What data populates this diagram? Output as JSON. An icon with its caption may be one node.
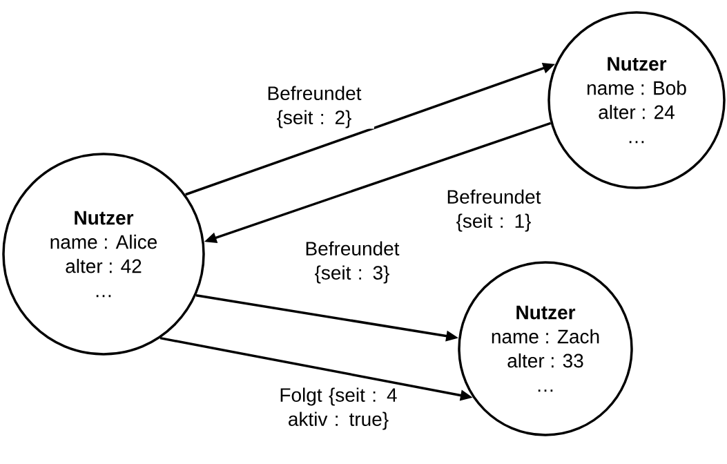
{
  "diagram": {
    "nodes": [
      {
        "text": [
          "Nutzer",
          "name : Alice",
          "alter : 42",
          "…"
        ]
      },
      {
        "text": [
          "Nutzer",
          "name : Bob",
          "alter : 24",
          "…"
        ]
      },
      {
        "text": [
          "Nutzer",
          "name : Zach",
          "alter : 33",
          "…"
        ]
      }
    ],
    "edges": [
      {
        "from": 0,
        "to": 1,
        "arrow": "to",
        "label": "Befreundet {seit : 2}"
      },
      {
        "from": 1,
        "to": 0,
        "arrow": "to",
        "label": "Befreundet {seit : 1}"
      },
      {
        "from": 0,
        "to": 2,
        "arrow": "to",
        "label": "Befreundet {seit : 3}"
      },
      {
        "from": 0,
        "to": 2,
        "arrow": "to",
        "label": "Folgt {seit : 4 aktiv : true}"
      }
    ]
  }
}
